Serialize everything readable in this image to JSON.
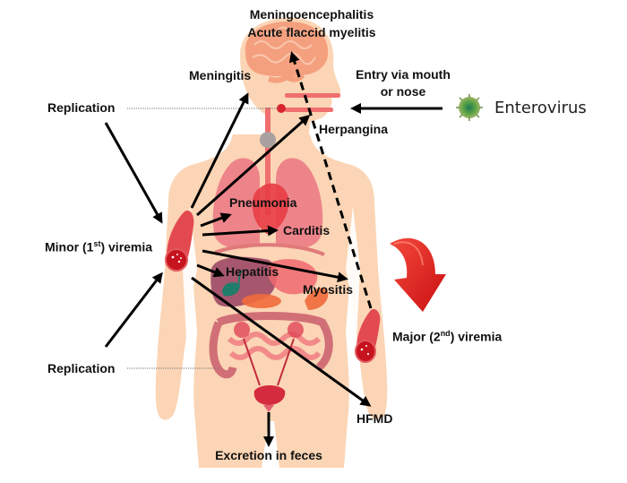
{
  "title": "Enterovirus pathogenesis in the human body",
  "colors": {
    "skin": "#fbd5b5",
    "brain": "#f4a07f",
    "lungs": "#ec7c86",
    "heart": "#e83c45",
    "liver": "#9e4c68",
    "gallbladder": "#1f7d6a",
    "stomach": "#f0686e",
    "pancreas": "#ef6a3b",
    "intestine": "#d8606e",
    "bladder": "#d42c3e",
    "vessel": "#d9232d",
    "airway": "#f06f6f",
    "thyroid": "#a9a0a0",
    "big_arrow": "#e0191d",
    "arrow": "#000000",
    "virus": "#4f8f3a"
  },
  "labels": {
    "meningoencephalitis": "Meningoencephalitis",
    "afm": "Acute flaccid myelitis",
    "meningitis": "Meningitis",
    "entry_line1": "Entry via mouth",
    "entry_line2": "or nose",
    "enterovirus": "Enterovirus",
    "replication_top": "Replication",
    "herpangina": "Herpangina",
    "pneumonia": "Pneumonia",
    "carditis": "Carditis",
    "minor_viremia_pre": "Minor (1",
    "minor_viremia_sup": "st",
    "minor_viremia_post": ") viremia",
    "hepatitis": "Hepatitis",
    "myositis": "Myositis",
    "major_viremia_pre": "Major (2",
    "major_viremia_sup": "nd",
    "major_viremia_post": ") viremia",
    "replication_bottom": "Replication",
    "hfmd": "HFMD",
    "excretion": "Excretion in feces"
  },
  "icons": {
    "virus": "enterovirus-particle-icon",
    "curved_arrow": "curved-red-arrow-icon",
    "blood_vessel": "blood-vessel-icon"
  }
}
